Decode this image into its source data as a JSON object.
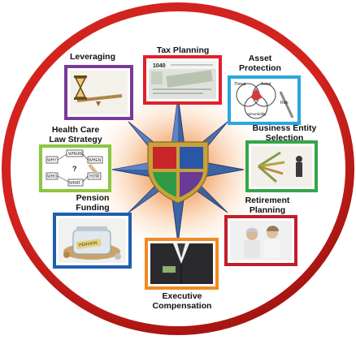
{
  "diagram": {
    "colors": {
      "outer_ring": "#c8201e",
      "inner_fill": "#ffffff",
      "center_glow": "#ef8a3a",
      "star": "#3b63a6",
      "shield_border": "#c9a23c"
    },
    "center": {
      "icon": "shield-icon"
    },
    "nodes": [
      {
        "id": "tax-planning",
        "lines": [
          "Tax Planning"
        ],
        "frame_color": "#e2202b",
        "icon": "tax-document-icon"
      },
      {
        "id": "asset-protection",
        "lines": [
          "Asset",
          "Protection"
        ],
        "frame_color": "#2aa7e0",
        "icon": "venn-diagram-icon",
        "inner_text": [
          "Threat",
          "Asset",
          "Vulnerability",
          "Risk"
        ]
      },
      {
        "id": "business-entity-selection",
        "lines": [
          "Business Entity",
          "Selection"
        ],
        "frame_color": "#33a64a",
        "icon": "arrows-direction-icon"
      },
      {
        "id": "retirement-planning",
        "lines": [
          "Retirement",
          "Planning"
        ],
        "frame_color": "#c21f2b",
        "icon": "retired-couple-icon"
      },
      {
        "id": "executive-compensation",
        "lines": [
          "Executive",
          "Compensation"
        ],
        "frame_color": "#f08a24",
        "icon": "suit-money-icon"
      },
      {
        "id": "pension-funding",
        "lines": [
          "Pension",
          "Funding"
        ],
        "frame_color": "#1f5fb0",
        "icon": "money-jar-icon",
        "inner_text": [
          "PENSION"
        ]
      },
      {
        "id": "health-care-law-strategy",
        "lines": [
          "Health Care",
          "Law Strategy"
        ],
        "frame_color": "#8cc63f",
        "icon": "flowchart-icon",
        "inner_text": [
          "WHY",
          "WHERE",
          "WHEN",
          "WHO",
          "WHAT",
          "HOW",
          "?"
        ]
      },
      {
        "id": "leveraging",
        "lines": [
          "Leveraging"
        ],
        "frame_color": "#7a3a9a",
        "icon": "hourglass-lever-icon"
      }
    ]
  }
}
